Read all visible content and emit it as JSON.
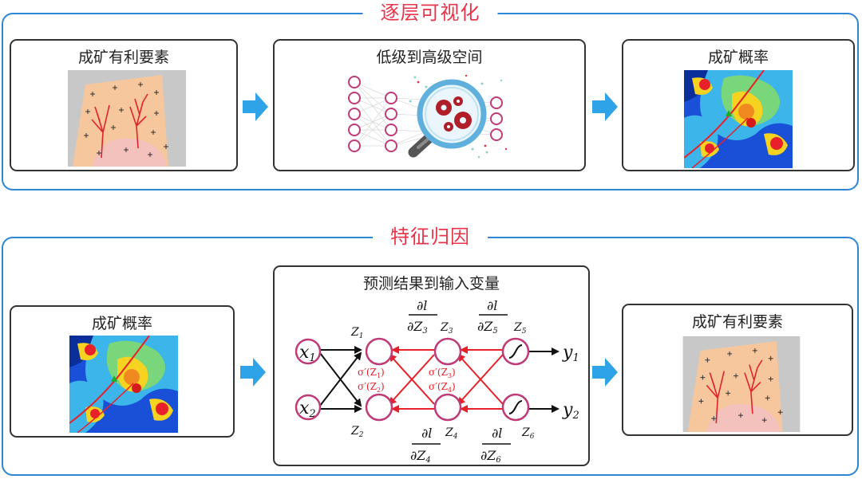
{
  "sections": [
    {
      "title": "逐层可视化",
      "cards": [
        {
          "title": "成矿有利要素"
        },
        {
          "title": "低级到高级空间"
        },
        {
          "title": "成矿概率"
        }
      ]
    },
    {
      "title": "特征归因",
      "cards": [
        {
          "title": "成矿概率"
        },
        {
          "title": "预测结果到输入变量"
        },
        {
          "title": "成矿有利要素"
        }
      ]
    }
  ],
  "network": {
    "inputs": [
      "x",
      "x"
    ],
    "input_subs": [
      "1",
      "2"
    ],
    "outputs": [
      "y",
      "y"
    ],
    "output_subs": [
      "1",
      "2"
    ],
    "node_labels": {
      "z1": "Z",
      "z1_sub": "1",
      "z2": "Z",
      "z2_sub": "2",
      "z3": "Z",
      "z3_sub": "3",
      "z4": "Z",
      "z4_sub": "4",
      "z5": "Z",
      "z5_sub": "5",
      "z6": "Z",
      "z6_sub": "6"
    },
    "activations": {
      "a1": "σ′(Z",
      "a1_sub": "1",
      "a1_end": ")",
      "a2": "σ′(Z",
      "a2_sub": "2",
      "a2_end": ")",
      "a3": "σ′(Z",
      "a3_sub": "3",
      "a3_end": ")",
      "a4": "σ′(Z",
      "a4_sub": "4",
      "a4_end": ")"
    },
    "gradients": {
      "num": "∂l",
      "den": "∂Z",
      "g3_sub": "3",
      "g5_sub": "5",
      "g4_sub": "4",
      "g6_sub": "6"
    }
  },
  "colors": {
    "frame": "#2e86d6",
    "title": "#e8344a",
    "arrow": "#2fa3e8",
    "node": "#c03a78",
    "backprop": "#e8202a"
  }
}
